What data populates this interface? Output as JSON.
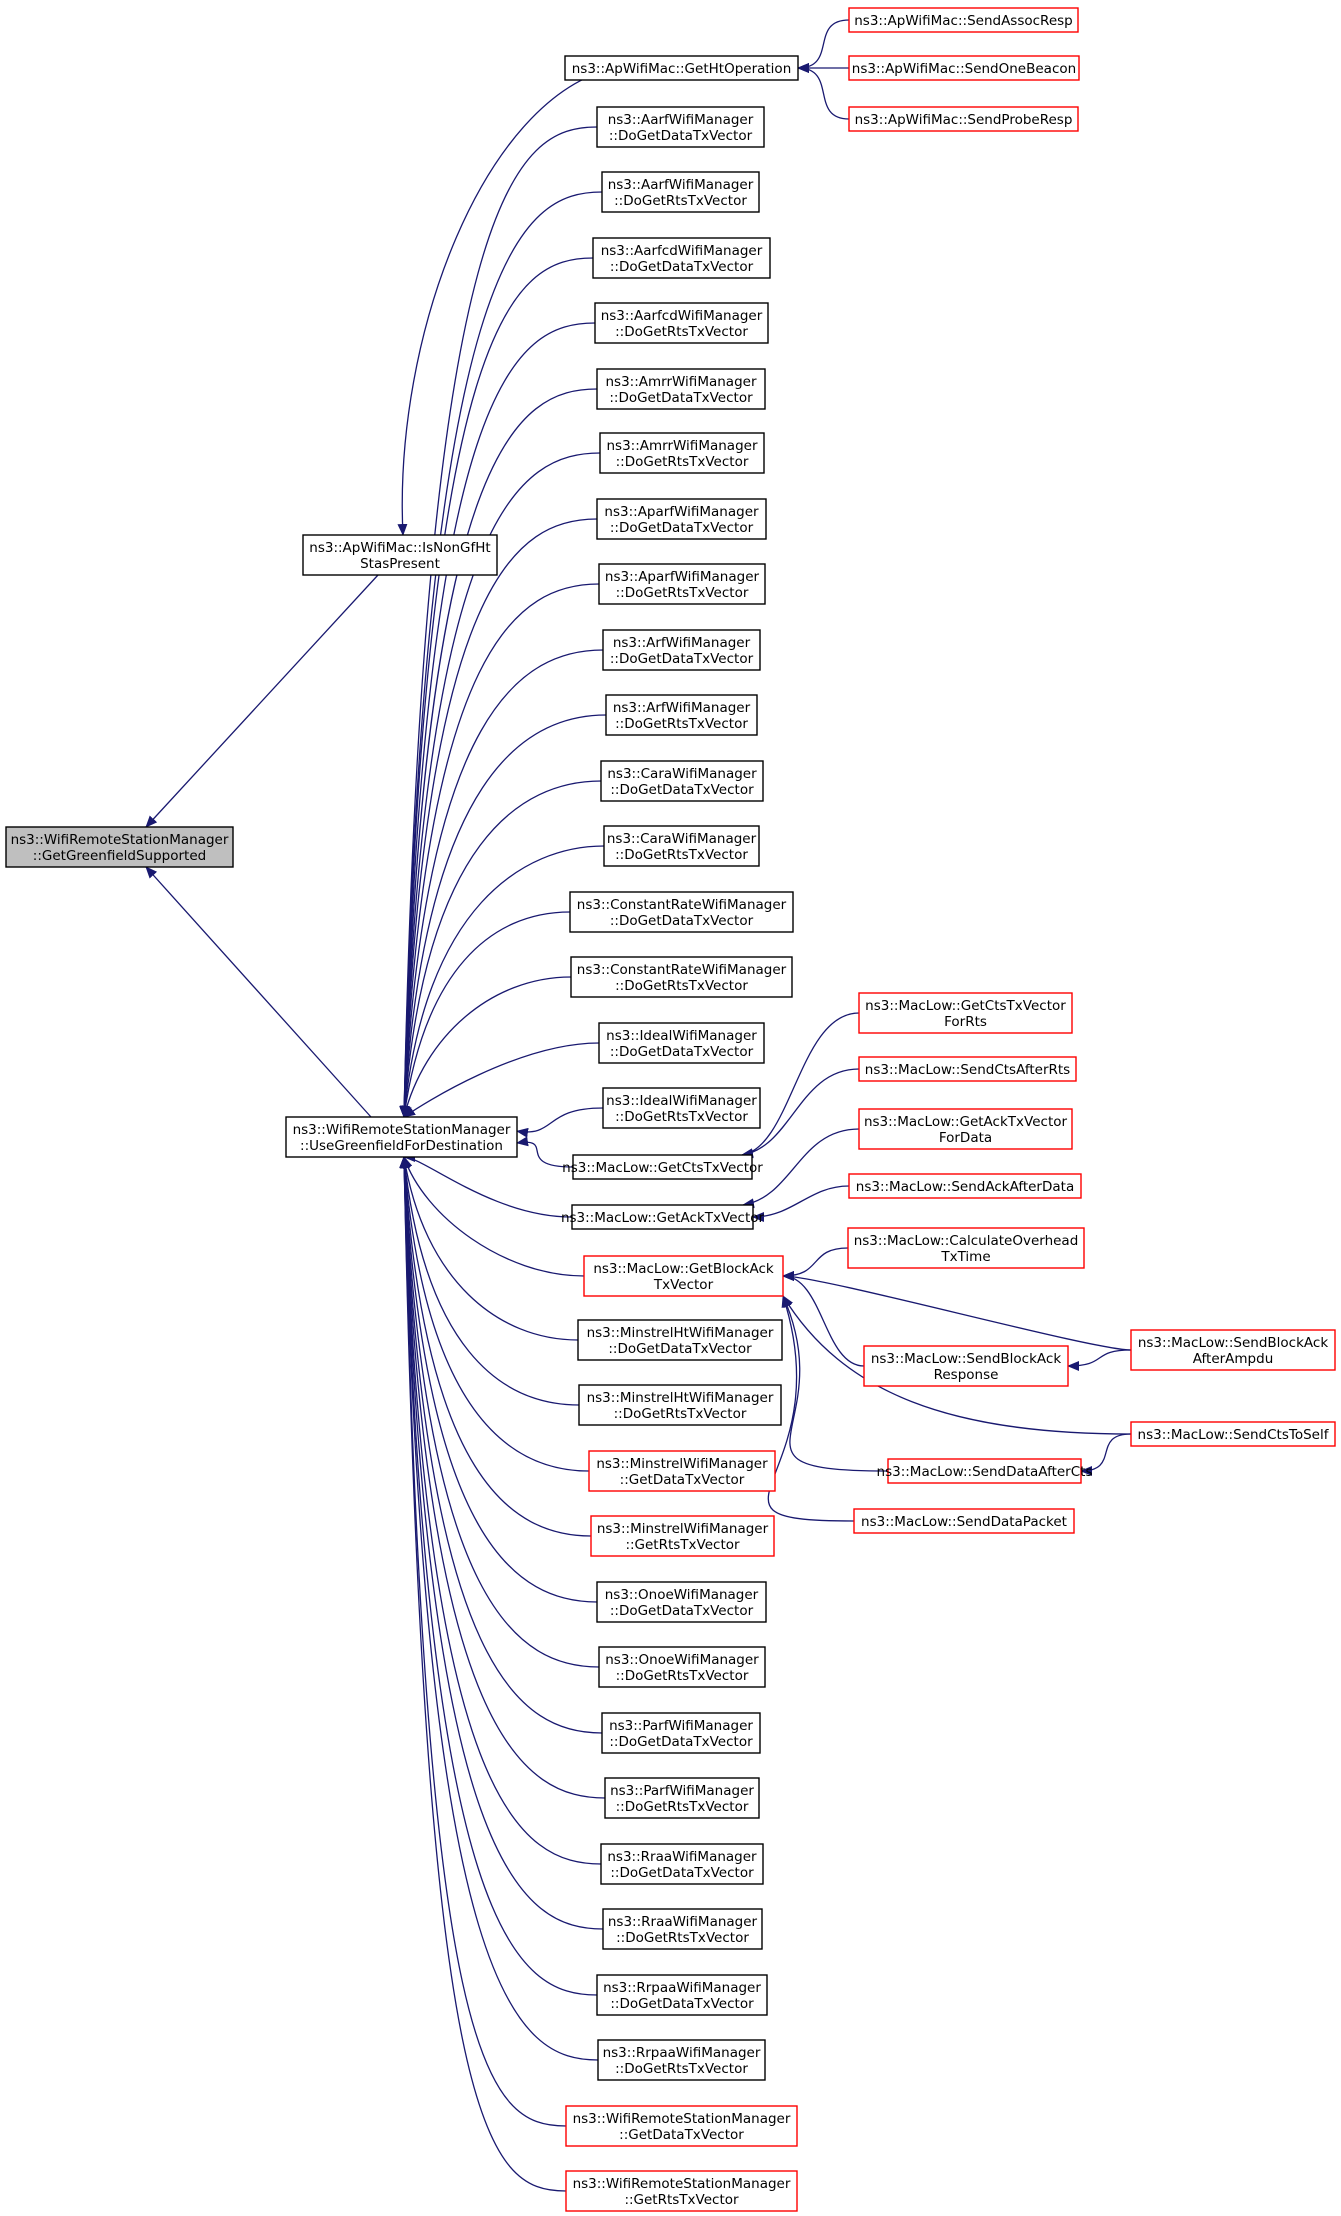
{
  "graph": {
    "title": "",
    "nodes": [
      {
        "id": "root",
        "lines": [
          "ns3::WifiRemoteStationManager",
          "::GetGreenfieldSupported"
        ],
        "style": "root"
      },
      {
        "id": "isnongf",
        "lines": [
          "ns3::ApWifiMac::IsNonGfHt",
          "StasPresent"
        ],
        "style": "black"
      },
      {
        "id": "usegf",
        "lines": [
          "ns3::WifiRemoteStationManager",
          "::UseGreenfieldForDestination"
        ],
        "style": "black"
      },
      {
        "id": "getht",
        "lines": [
          "ns3::ApWifiMac::GetHtOperation"
        ],
        "style": "black"
      },
      {
        "id": "assoc",
        "lines": [
          "ns3::ApWifiMac::SendAssocResp"
        ],
        "style": "red"
      },
      {
        "id": "beacon",
        "lines": [
          "ns3::ApWifiMac::SendOneBeacon"
        ],
        "style": "red"
      },
      {
        "id": "probe",
        "lines": [
          "ns3::ApWifiMac::SendProbeResp"
        ],
        "style": "red"
      },
      {
        "id": "aarf_d",
        "lines": [
          "ns3::AarfWifiManager",
          "::DoGetDataTxVector"
        ],
        "style": "black"
      },
      {
        "id": "aarf_r",
        "lines": [
          "ns3::AarfWifiManager",
          "::DoGetRtsTxVector"
        ],
        "style": "black"
      },
      {
        "id": "aarfcd_d",
        "lines": [
          "ns3::AarfcdWifiManager",
          "::DoGetDataTxVector"
        ],
        "style": "black"
      },
      {
        "id": "aarfcd_r",
        "lines": [
          "ns3::AarfcdWifiManager",
          "::DoGetRtsTxVector"
        ],
        "style": "black"
      },
      {
        "id": "amrr_d",
        "lines": [
          "ns3::AmrrWifiManager",
          "::DoGetDataTxVector"
        ],
        "style": "black"
      },
      {
        "id": "amrr_r",
        "lines": [
          "ns3::AmrrWifiManager",
          "::DoGetRtsTxVector"
        ],
        "style": "black"
      },
      {
        "id": "aparf_d",
        "lines": [
          "ns3::AparfWifiManager",
          "::DoGetDataTxVector"
        ],
        "style": "black"
      },
      {
        "id": "aparf_r",
        "lines": [
          "ns3::AparfWifiManager",
          "::DoGetRtsTxVector"
        ],
        "style": "black"
      },
      {
        "id": "arf_d",
        "lines": [
          "ns3::ArfWifiManager",
          "::DoGetDataTxVector"
        ],
        "style": "black"
      },
      {
        "id": "arf_r",
        "lines": [
          "ns3::ArfWifiManager",
          "::DoGetRtsTxVector"
        ],
        "style": "black"
      },
      {
        "id": "cara_d",
        "lines": [
          "ns3::CaraWifiManager",
          "::DoGetDataTxVector"
        ],
        "style": "black"
      },
      {
        "id": "cara_r",
        "lines": [
          "ns3::CaraWifiManager",
          "::DoGetRtsTxVector"
        ],
        "style": "black"
      },
      {
        "id": "const_d",
        "lines": [
          "ns3::ConstantRateWifiManager",
          "::DoGetDataTxVector"
        ],
        "style": "black"
      },
      {
        "id": "const_r",
        "lines": [
          "ns3::ConstantRateWifiManager",
          "::DoGetRtsTxVector"
        ],
        "style": "black"
      },
      {
        "id": "ideal_d",
        "lines": [
          "ns3::IdealWifiManager",
          "::DoGetDataTxVector"
        ],
        "style": "black"
      },
      {
        "id": "ideal_r",
        "lines": [
          "ns3::IdealWifiManager",
          "::DoGetRtsTxVector"
        ],
        "style": "black"
      },
      {
        "id": "getcts",
        "lines": [
          "ns3::MacLow::GetCtsTxVector"
        ],
        "style": "black"
      },
      {
        "id": "getack",
        "lines": [
          "ns3::MacLow::GetAckTxVector"
        ],
        "style": "black"
      },
      {
        "id": "getba",
        "lines": [
          "ns3::MacLow::GetBlockAck",
          "TxVector"
        ],
        "style": "red"
      },
      {
        "id": "mhtd",
        "lines": [
          "ns3::MinstrelHtWifiManager",
          "::DoGetDataTxVector"
        ],
        "style": "black"
      },
      {
        "id": "mhtr",
        "lines": [
          "ns3::MinstrelHtWifiManager",
          "::DoGetRtsTxVector"
        ],
        "style": "black"
      },
      {
        "id": "mind",
        "lines": [
          "ns3::MinstrelWifiManager",
          "::GetDataTxVector"
        ],
        "style": "red"
      },
      {
        "id": "minr",
        "lines": [
          "ns3::MinstrelWifiManager",
          "::GetRtsTxVector"
        ],
        "style": "red"
      },
      {
        "id": "onoe_d",
        "lines": [
          "ns3::OnoeWifiManager",
          "::DoGetDataTxVector"
        ],
        "style": "black"
      },
      {
        "id": "onoe_r",
        "lines": [
          "ns3::OnoeWifiManager",
          "::DoGetRtsTxVector"
        ],
        "style": "black"
      },
      {
        "id": "parf_d",
        "lines": [
          "ns3::ParfWifiManager",
          "::DoGetDataTxVector"
        ],
        "style": "black"
      },
      {
        "id": "parf_r",
        "lines": [
          "ns3::ParfWifiManager",
          "::DoGetRtsTxVector"
        ],
        "style": "black"
      },
      {
        "id": "rraa_d",
        "lines": [
          "ns3::RraaWifiManager",
          "::DoGetDataTxVector"
        ],
        "style": "black"
      },
      {
        "id": "rraa_r",
        "lines": [
          "ns3::RraaWifiManager",
          "::DoGetRtsTxVector"
        ],
        "style": "black"
      },
      {
        "id": "rrpaa_d",
        "lines": [
          "ns3::RrpaaWifiManager",
          "::DoGetDataTxVector"
        ],
        "style": "black"
      },
      {
        "id": "rrpaa_r",
        "lines": [
          "ns3::RrpaaWifiManager",
          "::DoGetRtsTxVector"
        ],
        "style": "black"
      },
      {
        "id": "wrsm_d",
        "lines": [
          "ns3::WifiRemoteStationManager",
          "::GetDataTxVector"
        ],
        "style": "red"
      },
      {
        "id": "wrsm_r",
        "lines": [
          "ns3::WifiRemoteStationManager",
          "::GetRtsTxVector"
        ],
        "style": "red"
      },
      {
        "id": "ctsforrts",
        "lines": [
          "ns3::MacLow::GetCtsTxVector",
          "ForRts"
        ],
        "style": "red"
      },
      {
        "id": "ctsafterrts",
        "lines": [
          "ns3::MacLow::SendCtsAfterRts"
        ],
        "style": "red"
      },
      {
        "id": "ackfordata",
        "lines": [
          "ns3::MacLow::GetAckTxVector",
          "ForData"
        ],
        "style": "red"
      },
      {
        "id": "ackafterdata",
        "lines": [
          "ns3::MacLow::SendAckAfterData"
        ],
        "style": "red"
      },
      {
        "id": "calcoverhead",
        "lines": [
          "ns3::MacLow::CalculateOverhead",
          "TxTime"
        ],
        "style": "red"
      },
      {
        "id": "sendbaresp",
        "lines": [
          "ns3::MacLow::SendBlockAck",
          "Response"
        ],
        "style": "red"
      },
      {
        "id": "sendbaafter",
        "lines": [
          "ns3::MacLow::SendBlockAck",
          "AfterAmpdu"
        ],
        "style": "red"
      },
      {
        "id": "ctstoself",
        "lines": [
          "ns3::MacLow::SendCtsToSelf"
        ],
        "style": "red"
      },
      {
        "id": "dataaftercts",
        "lines": [
          "ns3::MacLow::SendDataAfterCts"
        ],
        "style": "red"
      },
      {
        "id": "datapacket",
        "lines": [
          "ns3::MacLow::SendDataPacket"
        ],
        "style": "red"
      }
    ],
    "edges": [
      {
        "from": "isnongf",
        "to": "root"
      },
      {
        "from": "usegf",
        "to": "root"
      },
      {
        "from": "getht",
        "to": "isnongf"
      },
      {
        "from": "assoc",
        "to": "getht"
      },
      {
        "from": "beacon",
        "to": "getht"
      },
      {
        "from": "probe",
        "to": "getht"
      },
      {
        "from": "aarf_d",
        "to": "usegf"
      },
      {
        "from": "aarf_r",
        "to": "usegf"
      },
      {
        "from": "aarfcd_d",
        "to": "usegf"
      },
      {
        "from": "aarfcd_r",
        "to": "usegf"
      },
      {
        "from": "amrr_d",
        "to": "usegf"
      },
      {
        "from": "amrr_r",
        "to": "usegf"
      },
      {
        "from": "aparf_d",
        "to": "usegf"
      },
      {
        "from": "aparf_r",
        "to": "usegf"
      },
      {
        "from": "arf_d",
        "to": "usegf"
      },
      {
        "from": "arf_r",
        "to": "usegf"
      },
      {
        "from": "cara_d",
        "to": "usegf"
      },
      {
        "from": "cara_r",
        "to": "usegf"
      },
      {
        "from": "const_d",
        "to": "usegf"
      },
      {
        "from": "const_r",
        "to": "usegf"
      },
      {
        "from": "ideal_d",
        "to": "usegf"
      },
      {
        "from": "ideal_r",
        "to": "usegf"
      },
      {
        "from": "getcts",
        "to": "usegf"
      },
      {
        "from": "getack",
        "to": "usegf"
      },
      {
        "from": "getba",
        "to": "usegf"
      },
      {
        "from": "mhtd",
        "to": "usegf"
      },
      {
        "from": "mhtr",
        "to": "usegf"
      },
      {
        "from": "mind",
        "to": "usegf"
      },
      {
        "from": "minr",
        "to": "usegf"
      },
      {
        "from": "onoe_d",
        "to": "usegf"
      },
      {
        "from": "onoe_r",
        "to": "usegf"
      },
      {
        "from": "parf_d",
        "to": "usegf"
      },
      {
        "from": "parf_r",
        "to": "usegf"
      },
      {
        "from": "rraa_d",
        "to": "usegf"
      },
      {
        "from": "rraa_r",
        "to": "usegf"
      },
      {
        "from": "rrpaa_d",
        "to": "usegf"
      },
      {
        "from": "rrpaa_r",
        "to": "usegf"
      },
      {
        "from": "wrsm_d",
        "to": "usegf"
      },
      {
        "from": "wrsm_r",
        "to": "usegf"
      },
      {
        "from": "ctsforrts",
        "to": "getcts"
      },
      {
        "from": "ctsafterrts",
        "to": "getcts"
      },
      {
        "from": "ackfordata",
        "to": "getack"
      },
      {
        "from": "ackafterdata",
        "to": "getack"
      },
      {
        "from": "calcoverhead",
        "to": "getba"
      },
      {
        "from": "sendbaresp",
        "to": "getba"
      },
      {
        "from": "sendbaafter",
        "to": "getba"
      },
      {
        "from": "ctstoself",
        "to": "getba"
      },
      {
        "from": "dataaftercts",
        "to": "getba"
      },
      {
        "from": "datapacket",
        "to": "getba"
      },
      {
        "from": "sendbaafter",
        "to": "sendbaresp"
      },
      {
        "from": "ctstoself",
        "to": "dataaftercts"
      }
    ],
    "colors": {
      "edge": "#191970",
      "root_fill": "#bfbfbf",
      "normal_border": "#000000",
      "truncated_border": "#ff0000"
    }
  }
}
